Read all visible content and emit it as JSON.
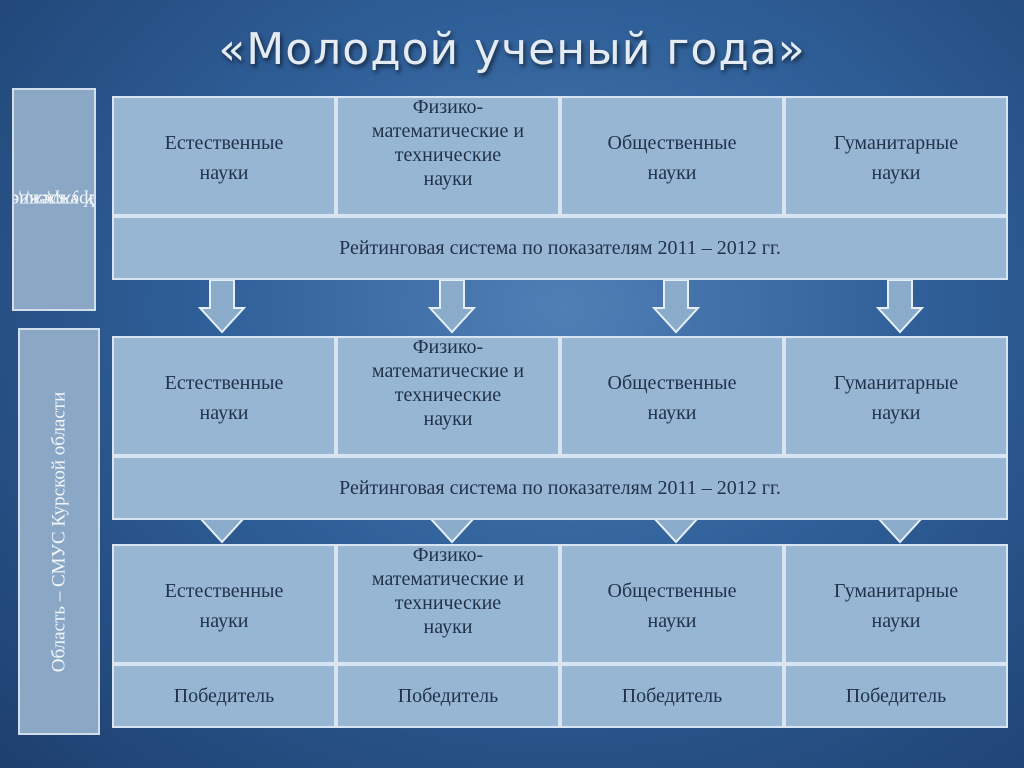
{
  "title": "«Молодой ученый года»",
  "side_labels": {
    "institution_line1": "Учреждение –",
    "institution_line2": "СМУ учреждения",
    "region": "Область – СМУС Курской области"
  },
  "sections": [
    {
      "categories": [
        {
          "lines": [
            "Естественные",
            "науки"
          ]
        },
        {
          "lines": [
            "Физико-",
            "математические и",
            "технические",
            "науки"
          ]
        },
        {
          "lines": [
            "Общественные",
            "науки"
          ]
        },
        {
          "lines": [
            "Гуманитарные",
            "науки"
          ]
        }
      ],
      "rating": "Рейтинговая система по показателям 2011 – 2012 гг."
    },
    {
      "categories": [
        {
          "lines": [
            "Естественные",
            "науки"
          ]
        },
        {
          "lines": [
            "Физико-",
            "математические и",
            "технические",
            "науки"
          ]
        },
        {
          "lines": [
            "Общественные",
            "науки"
          ]
        },
        {
          "lines": [
            "Гуманитарные",
            "науки"
          ]
        }
      ],
      "rating": "Рейтинговая система по показателям 2011 – 2012 гг."
    },
    {
      "categories": [
        {
          "lines": [
            "Естественные",
            "науки"
          ]
        },
        {
          "lines": [
            "Физико-",
            "математические и",
            "технические",
            "науки"
          ]
        },
        {
          "lines": [
            "Общественные",
            "науки"
          ]
        },
        {
          "lines": [
            "Гуманитарные",
            "науки"
          ]
        }
      ],
      "winners": [
        "Победитель",
        "Победитель",
        "Победитель",
        "Победитель"
      ]
    }
  ],
  "colors": {
    "box_fill": "#97b6d4",
    "box_border": "#d8e4ef",
    "arrow_fill": "#8aacca",
    "side_fill": "#8aa8c6"
  }
}
